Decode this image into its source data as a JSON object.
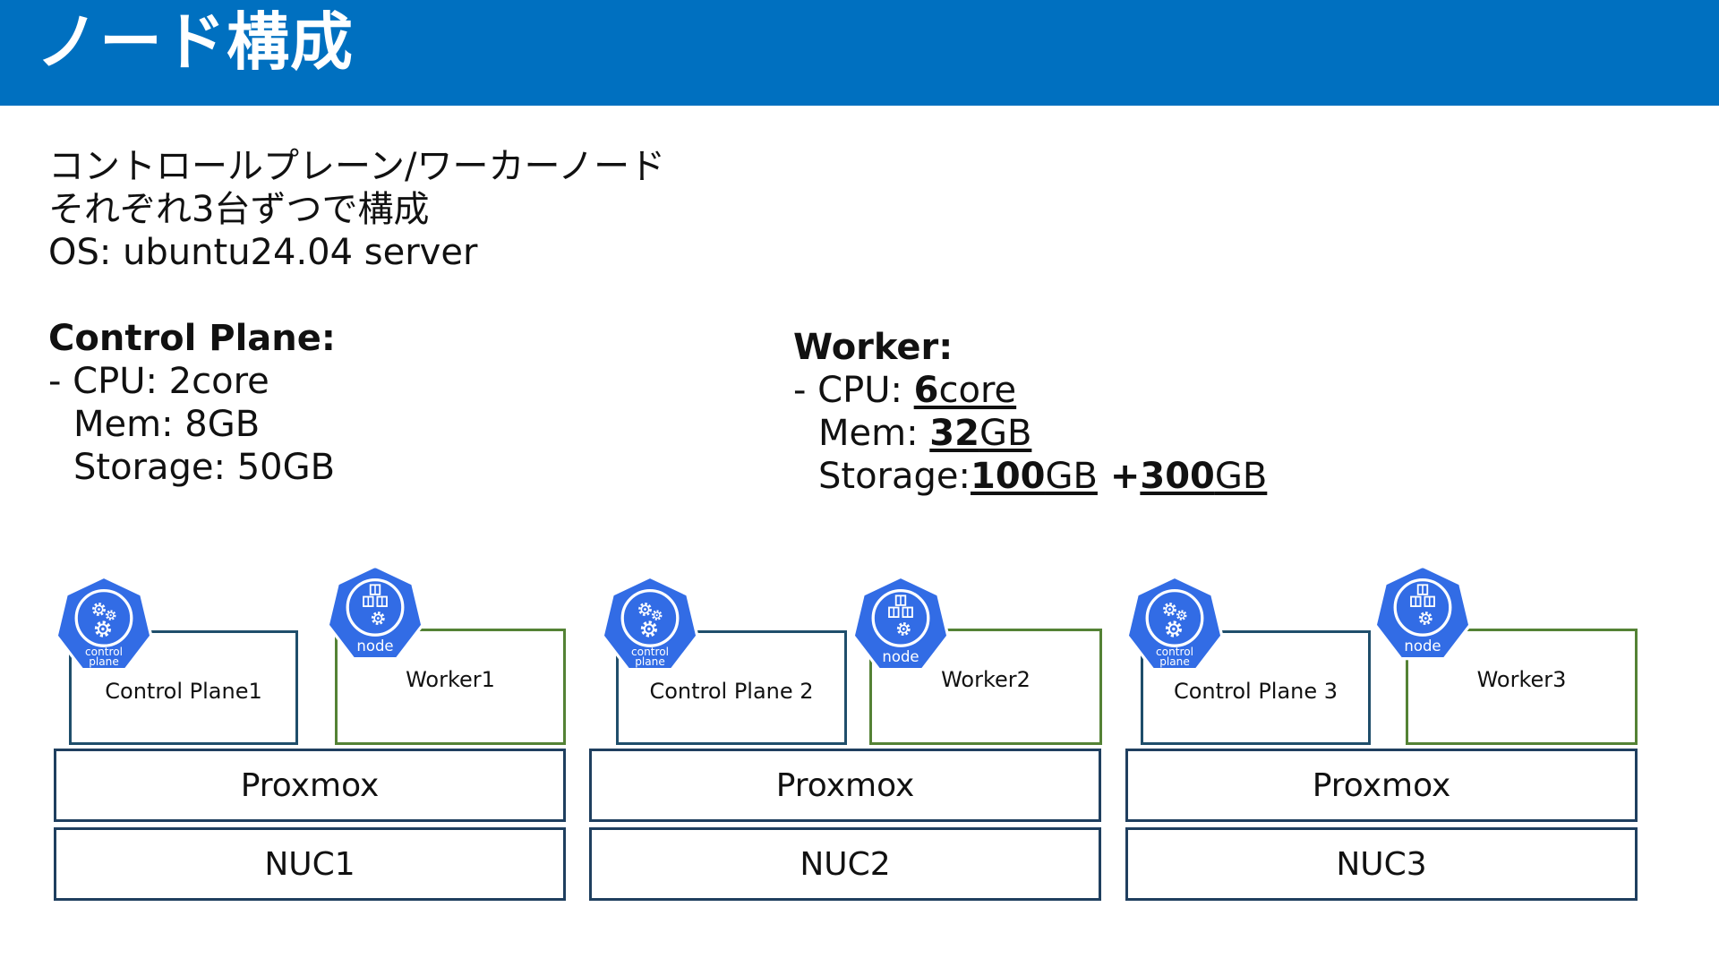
{
  "title": "ノード構成",
  "intro": {
    "line1": "コントロールプレーン/ワーカーノード",
    "line2": "それぞれ3台ずつで構成",
    "line3": "OS: ubuntu24.04 server"
  },
  "control_plane": {
    "heading": "Control Plane:",
    "cpu": "- CPU: 2core",
    "mem": "Mem: 8GB",
    "storage": "Storage: 50GB"
  },
  "worker": {
    "heading": "Worker:",
    "cpu_prefix": "- CPU: ",
    "cpu_num": "6",
    "cpu_unit": "core",
    "mem_prefix": "Mem: ",
    "mem_num": "32",
    "mem_unit": "GB",
    "storage_prefix": "Storage:",
    "storage_num1": "100",
    "storage_unit1": "GB",
    "storage_plus": " +",
    "storage_num2": "300",
    "storage_unit2": "GB"
  },
  "icons": {
    "control_plane_label_line1": "control",
    "control_plane_label_line2": "plane",
    "node_label": "node"
  },
  "hosts": [
    {
      "control_plane": "Control Plane1",
      "worker": "Worker1",
      "hypervisor": "Proxmox",
      "machine": "NUC1"
    },
    {
      "control_plane": "Control Plane 2",
      "worker": "Worker2",
      "hypervisor": "Proxmox",
      "machine": "NUC2"
    },
    {
      "control_plane": "Control Plane 3",
      "worker": "Worker3",
      "hypervisor": "Proxmox",
      "machine": "NUC3"
    }
  ],
  "colors": {
    "title_bar": "#0070c0",
    "k8s_blue": "#326ce5",
    "control_plane_border": "#1f4e6b",
    "worker_border": "#548235",
    "proxmox_border": "#1f3f5f"
  }
}
